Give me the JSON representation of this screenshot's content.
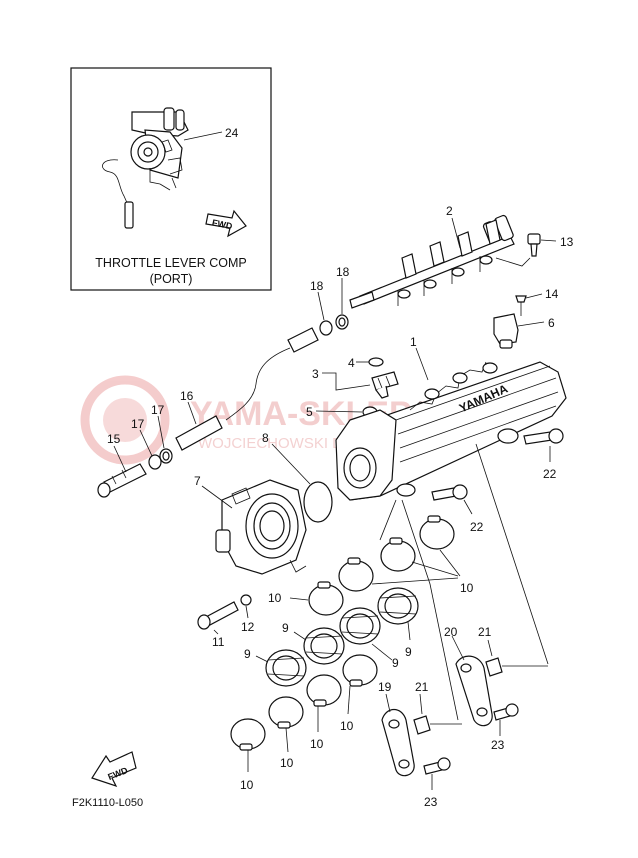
{
  "inset": {
    "caption_line1": "THROTTLE LEVER COMP",
    "caption_line2": "(PORT)",
    "fwd_label": "FWD",
    "callout": "24"
  },
  "watermark": {
    "brand": "YAMA-SKLEP.PL",
    "subtitle": "WOJCIECHOWSKI DEALER YAMAHA"
  },
  "cover_text": "YAMAHA",
  "fwd_label": "FWD",
  "diagram_code": "F2K1110-L050",
  "callouts": {
    "c1": "1",
    "c2": "2",
    "c3": "3",
    "c4": "4",
    "c5": "5",
    "c6": "6",
    "c7": "7",
    "c8": "8",
    "c9a": "9",
    "c9b": "9",
    "c9c": "9",
    "c9d": "9",
    "c10a": "10",
    "c10b": "10",
    "c10c": "10",
    "c10d": "10",
    "c10e": "10",
    "c10f": "10",
    "c11": "11",
    "c12": "12",
    "c13": "13",
    "c14": "14",
    "c15": "15",
    "c16": "16",
    "c17a": "17",
    "c17b": "17",
    "c18a": "18",
    "c18b": "18",
    "c19": "19",
    "c20": "20",
    "c21a": "21",
    "c21b": "21",
    "c22a": "22",
    "c22b": "22",
    "c23a": "23",
    "c23b": "23"
  }
}
